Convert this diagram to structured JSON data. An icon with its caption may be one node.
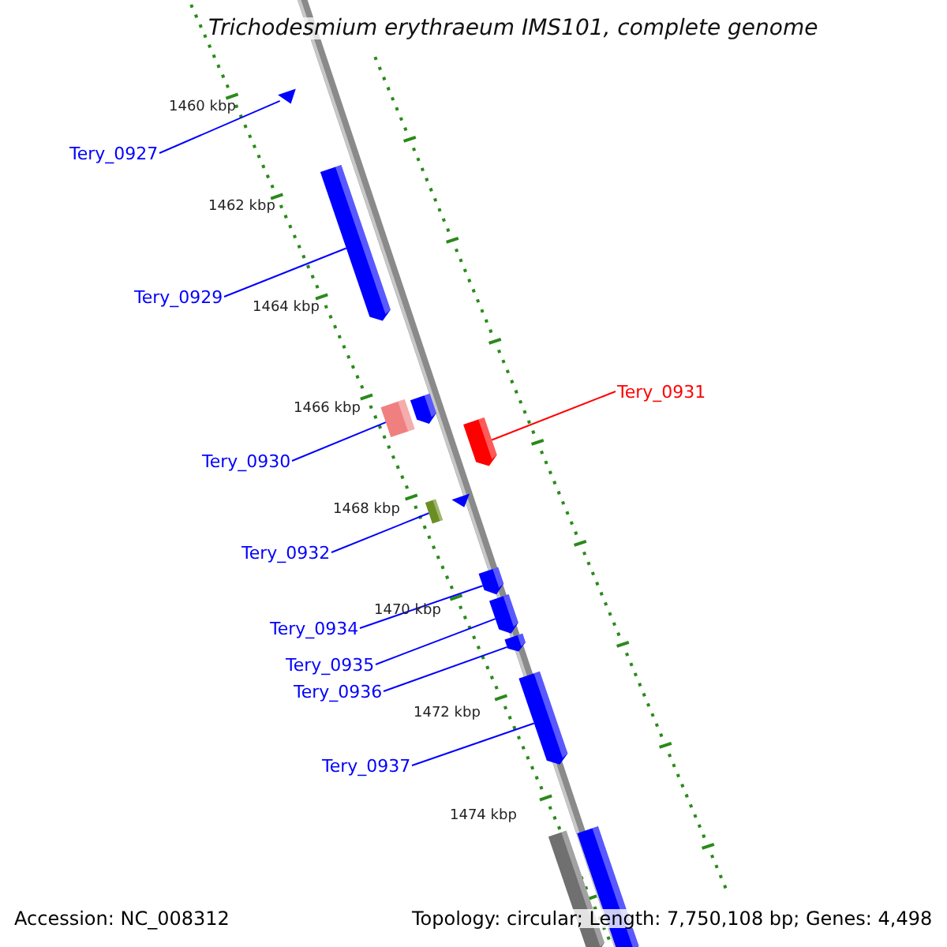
{
  "diagram": {
    "title": "Trichodesmium erythraeum IMS101, complete genome",
    "nodes": [
      {
        "text": [
          "Tery_0927"
        ]
      },
      {
        "text": [],
        "shape": "bar"
      },
      {
        "text": [
          "Tery_0929"
        ]
      },
      {
        "text": [],
        "shape": "bar"
      },
      {
        "text": [
          "Tery_0931"
        ]
      },
      {
        "text": [],
        "shape": "bar"
      },
      {
        "text": [
          "Tery_0930"
        ]
      },
      {
        "text": [],
        "shape": "bar"
      },
      {
        "text": [
          "Tery_0932"
        ]
      },
      {
        "text": [],
        "shape": "bar"
      },
      {
        "text": [
          "Tery_0934"
        ]
      },
      {
        "text": [],
        "shape": "bar"
      },
      {
        "text": [
          "Tery_0935"
        ]
      },
      {
        "text": [],
        "shape": "bar"
      },
      {
        "text": [
          "Tery_0936"
        ]
      },
      {
        "text": [],
        "shape": "bar"
      },
      {
        "text": [
          "Tery_0937"
        ]
      },
      {
        "text": [],
        "shape": "bar"
      },
      {
        "text": [],
        "shape": "bar"
      },
      {
        "text": [],
        "shape": "bar"
      },
      {
        "text": [],
        "shape": "bar"
      },
      {
        "text": [],
        "shape": "bar"
      }
    ],
    "edges": [
      {
        "from": 0,
        "to": 1,
        "arrow": "none"
      },
      {
        "from": 2,
        "to": 3,
        "arrow": "none"
      },
      {
        "from": 4,
        "to": 5,
        "arrow": "none",
        "color": "#ff0000"
      },
      {
        "from": 6,
        "to": 7,
        "arrow": "none"
      },
      {
        "from": 8,
        "to": 9,
        "arrow": "none"
      },
      {
        "from": 10,
        "to": 11,
        "arrow": "none"
      },
      {
        "from": 12,
        "to": 13,
        "arrow": "none"
      },
      {
        "from": 14,
        "to": 15,
        "arrow": "none"
      },
      {
        "from": 16,
        "to": 17,
        "arrow": "none"
      }
    ],
    "labels": [
      "1460 kbp",
      "1462 kbp",
      "1464 kbp",
      "1466 kbp",
      "1468 kbp",
      "1470 kbp",
      "1472 kbp",
      "1474 kbp",
      "Accession: NC_008312",
      "Topology: circular; Length: 7,750,108 bp; Genes: 4,498"
    ]
  }
}
